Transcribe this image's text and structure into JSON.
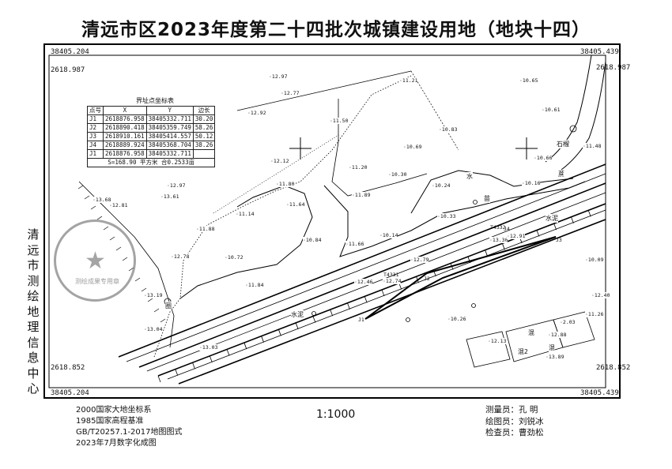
{
  "title": "清远市区2023年度第二十四批次城镇建设用地（地块十四）",
  "side_org": "清远市测绘地理信息中心",
  "corners": {
    "tl_x": "38405.204",
    "tl_y": "2618.987",
    "tr_x": "38405.439",
    "tr_y": "2618.987",
    "bl_x": "38405.204",
    "bl_y": "2618.852",
    "br_x": "38405.439",
    "br_y": "2618.852"
  },
  "coord_table": {
    "title": "界址点坐标表",
    "headers": [
      "点号",
      "X",
      "Y",
      "边长"
    ],
    "rows": [
      {
        "id": "J1",
        "x": "2618876.958",
        "y": "38405332.711"
      },
      {
        "id": "J2",
        "x": "2618890.418",
        "y": "38405359.749"
      },
      {
        "id": "J3",
        "x": "2618910.161",
        "y": "38405414.557"
      },
      {
        "id": "J4",
        "x": "2618889.924",
        "y": "38405368.704"
      },
      {
        "id": "J1",
        "x": "2618876.958",
        "y": "38405332.711"
      }
    ],
    "edges": [
      "30.20",
      "58.26",
      "50.12",
      "38.26"
    ],
    "area": "S=168.90 平方米 合0.2533亩"
  },
  "stamp_text": "清远市测绘地理信息中心 测绘成果专用章",
  "elevations": [
    {
      "v": "12.97"
    },
    {
      "v": "12.77"
    },
    {
      "v": "12.92"
    },
    {
      "v": "11.21"
    },
    {
      "v": "10.65"
    },
    {
      "v": "10.61"
    },
    {
      "v": "11.50"
    },
    {
      "v": "10.83"
    },
    {
      "v": "10.69"
    },
    {
      "v": "12.12"
    },
    {
      "v": "11.20"
    },
    {
      "v": "10.30"
    },
    {
      "v": "10.66"
    },
    {
      "v": "11.48"
    },
    {
      "v": "11.80"
    },
    {
      "v": "11.89"
    },
    {
      "v": "10.24"
    },
    {
      "v": "10.16"
    },
    {
      "v": "13.68"
    },
    {
      "v": "12.81"
    },
    {
      "v": "13.61"
    },
    {
      "v": "12.97"
    },
    {
      "v": "11.14"
    },
    {
      "v": "11.64"
    },
    {
      "v": "10.33"
    },
    {
      "v": "11.88"
    },
    {
      "v": "10.84"
    },
    {
      "v": "11.66"
    },
    {
      "v": "10.14"
    },
    {
      "v": "12.78"
    },
    {
      "v": "10.72"
    },
    {
      "v": "12.79"
    },
    {
      "v": "13.30"
    },
    {
      "v": "12.91"
    },
    {
      "v": "10.09"
    },
    {
      "v": "11.84"
    },
    {
      "v": "12.46"
    },
    {
      "v": "12.74"
    },
    {
      "v": "13.19"
    },
    {
      "v": "10.26"
    },
    {
      "v": "11.26"
    },
    {
      "v": "13.04"
    },
    {
      "v": "12.40"
    },
    {
      "v": "13.03"
    },
    {
      "v": "12.13"
    },
    {
      "v": "2.03"
    },
    {
      "v": "12.88"
    },
    {
      "v": "13.89"
    }
  ],
  "point_labels": [
    "J1",
    "J2",
    "J3",
    "T4331",
    "T4332",
    "J4"
  ],
  "map_words": [
    "水",
    "苗",
    "水泥",
    "水泥",
    "石榴",
    "混2",
    "混",
    "混",
    "蔗",
    "圈"
  ],
  "footer_left": [
    "2000国家大地坐标系",
    "1985国家高程基准",
    "GB/T20257.1-2017地图图式",
    "2023年7月数字化成图"
  ],
  "scale": "1:1000",
  "staff": [
    {
      "role": "测量员：",
      "name": "孔  明"
    },
    {
      "role": "绘图员：",
      "name": "刘锐冰"
    },
    {
      "role": "检查员：",
      "name": "曹劲松"
    }
  ]
}
